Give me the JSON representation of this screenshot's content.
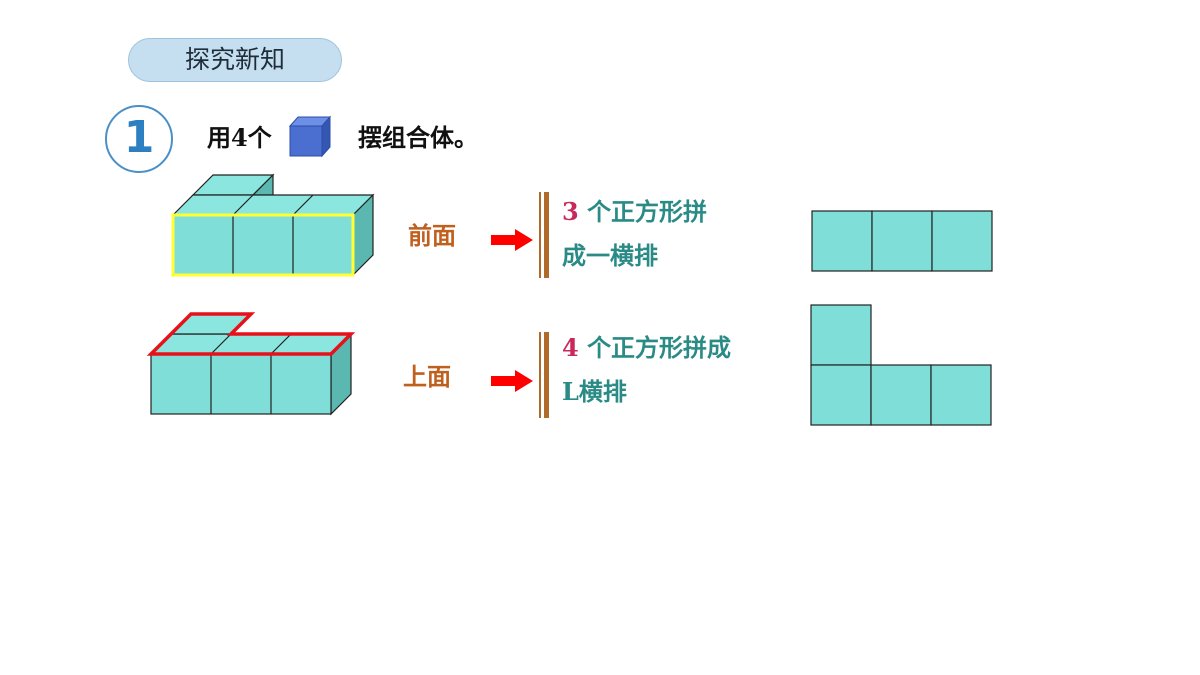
{
  "header": {
    "section_title": "探究新知"
  },
  "step": {
    "number": "1"
  },
  "instruction": {
    "prefix": "用4个",
    "suffix": "摆组合体。"
  },
  "views": [
    {
      "label": "前面",
      "number": "3",
      "text_line1": "个正方形拼",
      "text_line2": "成一横排"
    },
    {
      "label": "上面",
      "number": "4",
      "text_line1": "个正方形拼成",
      "text_line2": "L横排"
    }
  ],
  "colors": {
    "cube_face": "#7fdfd8",
    "cube_top": "#8ae6de",
    "cube_side": "#5bb8b0",
    "highlight_front": "#ffff33",
    "highlight_top": "#e8101a",
    "arrow": "#ff0000",
    "number": "#c8295a",
    "description": "#2a8a86",
    "label": "#c0601f",
    "unit_cube": "#4a74d0"
  },
  "icons": [
    "unit-cube-icon",
    "arrow-right-icon"
  ]
}
